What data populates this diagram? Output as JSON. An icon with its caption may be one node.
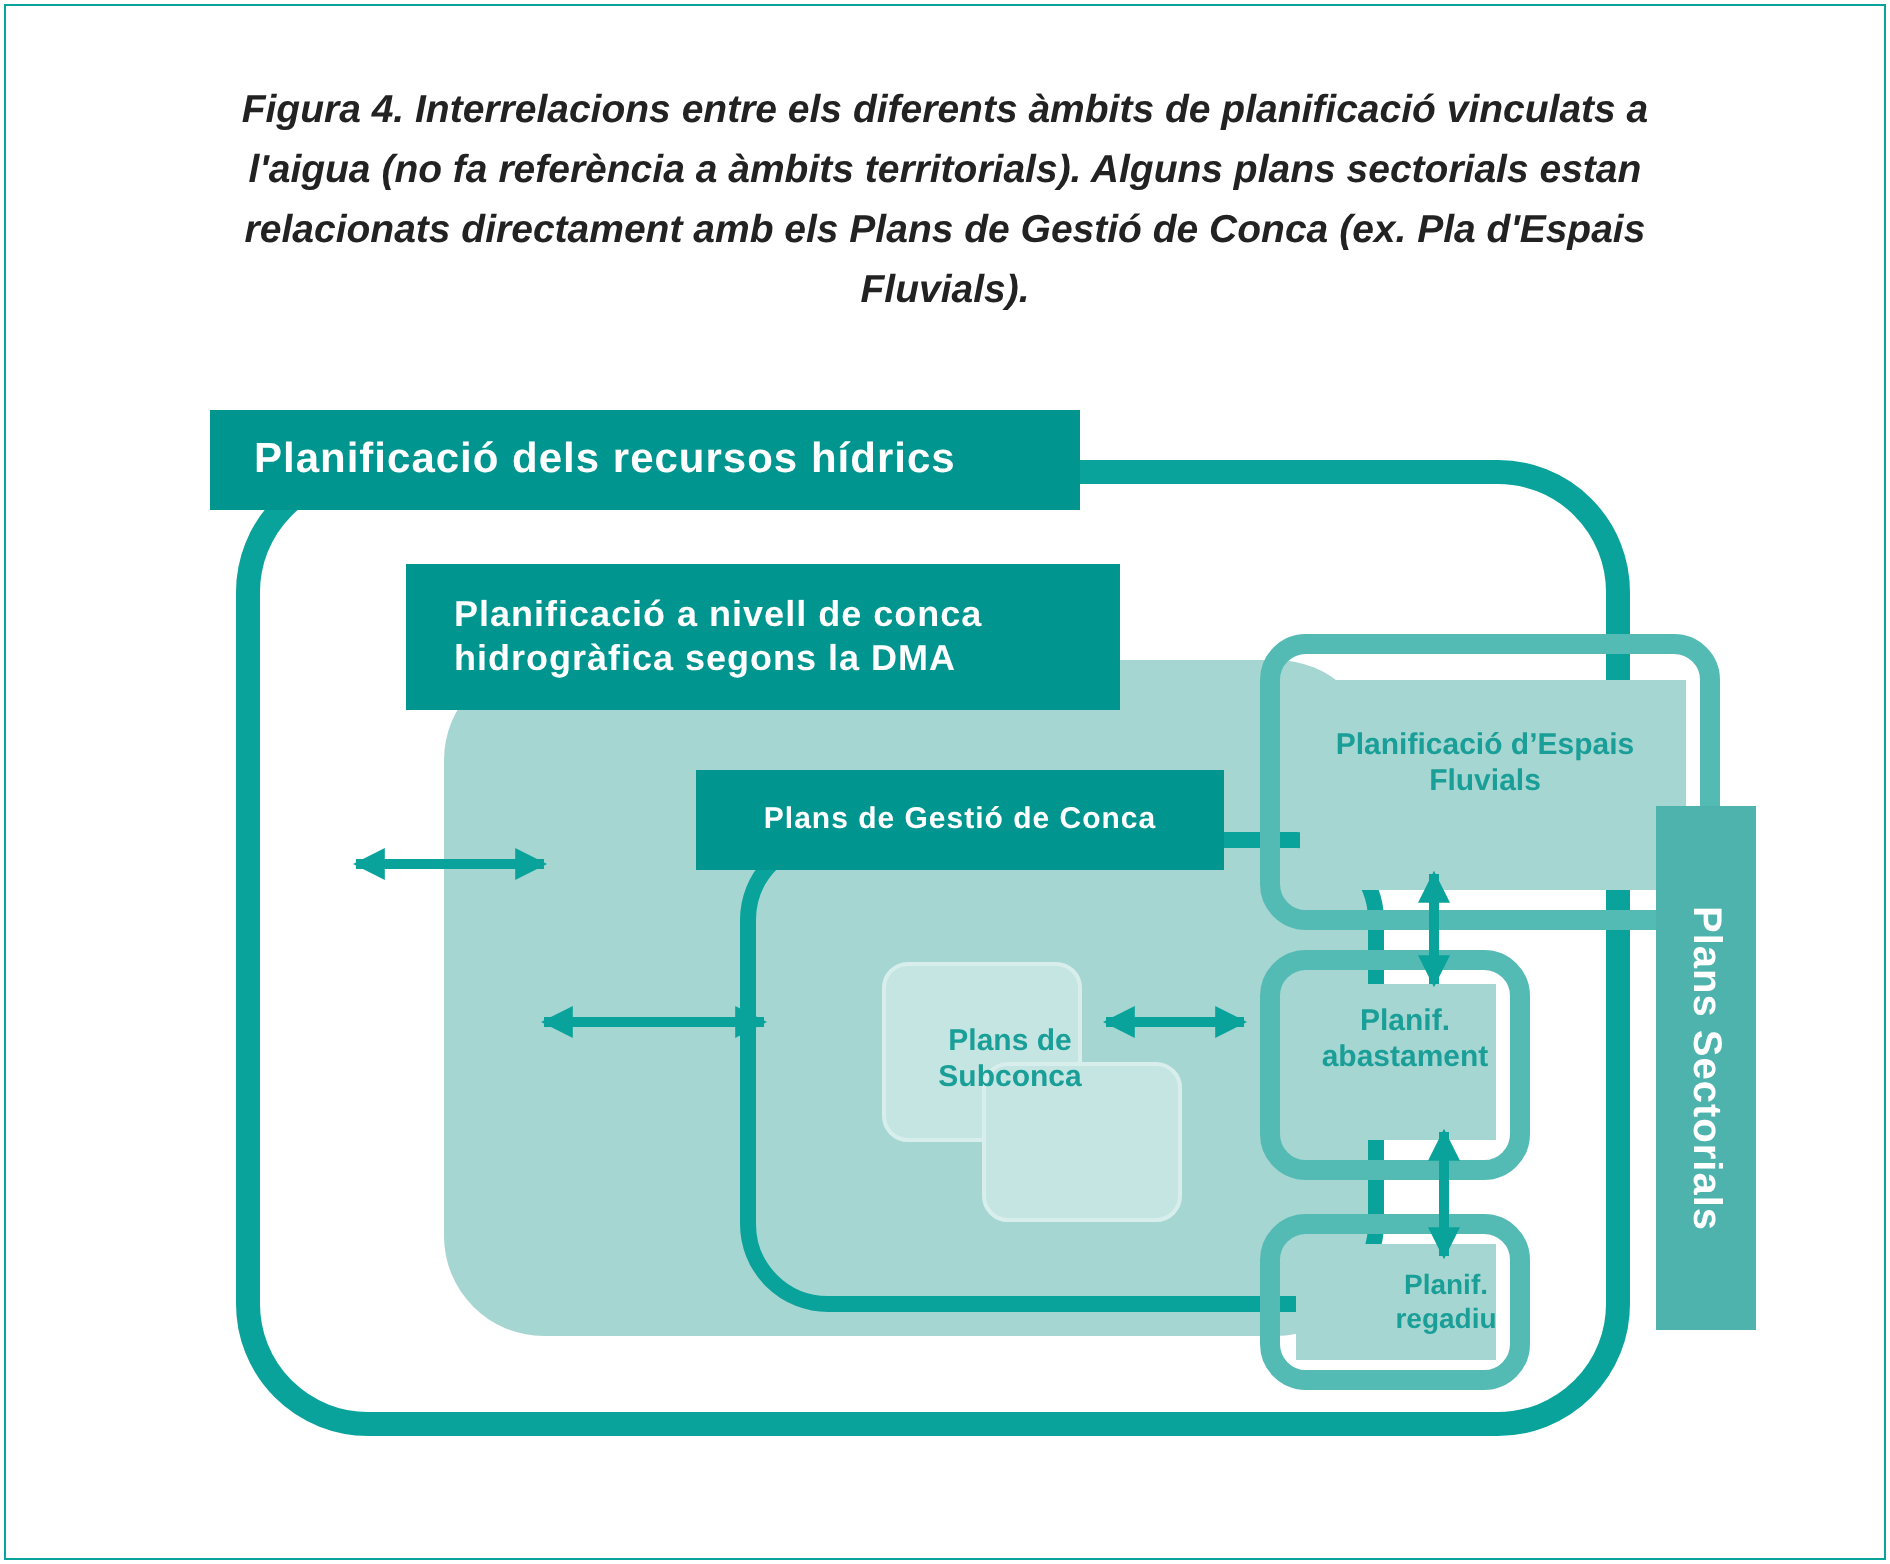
{
  "diagram": {
    "caption": "Figura 4. Interrelacions entre els diferents àmbits de planificació vinculats a l'aigua (no fa referència a àmbits territorials). Alguns plans sectorials estan relacionats directament amb els Plans de Gestió de Conca (ex. Pla d'Espais Fluvials).",
    "nodes": [
      {
        "text": [
          "Planificació dels recursos hídrics"
        ]
      },
      {
        "text": [
          "Planificació a nivell de conca hidrogràfica segons la DMA"
        ],
        "in": 0
      },
      {
        "text": [
          "Plans de Gestió de Conca"
        ],
        "in": 1
      },
      {
        "text": [
          "Plans de Subconca"
        ],
        "in": 2
      },
      {
        "text": [
          "Plans Sectorials"
        ]
      },
      {
        "text": [
          "Planificació d’Espais Fluvials"
        ]
      },
      {
        "text": [
          "Planif. abastament"
        ],
        "in": 0
      },
      {
        "text": [
          "Planif. regadiu"
        ],
        "in": 0
      }
    ],
    "edges": [
      {
        "from": 0,
        "to": 1,
        "arrow": "both"
      },
      {
        "from": 1,
        "to": 2,
        "arrow": "both"
      },
      {
        "from": 3,
        "to": 6,
        "arrow": "both"
      },
      {
        "from": 5,
        "to": 6,
        "arrow": "both"
      },
      {
        "from": 6,
        "to": 7,
        "arrow": "both"
      }
    ]
  }
}
